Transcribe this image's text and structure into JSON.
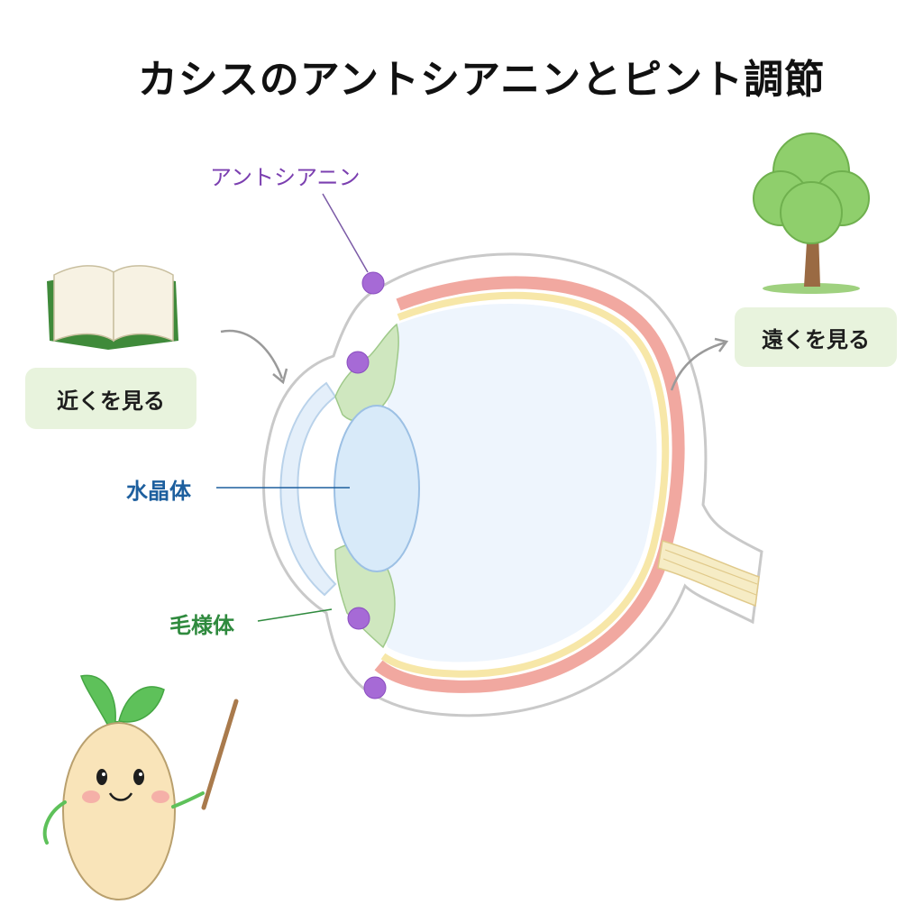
{
  "title": "カシスのアントシアニンとピント調節",
  "labels": {
    "anthocyanin": "アントシアニン",
    "lens": "水晶体",
    "ciliary_body": "毛様体"
  },
  "buttons": {
    "near": "近くを見る",
    "far": "遠くを見る"
  },
  "icons": {
    "book": "open-book-icon",
    "tree": "tree-icon",
    "mascot": "seed-mascot-icon"
  },
  "colors": {
    "anthocyanin": "#a66ad6",
    "lens": "#1d5f9e",
    "ciliary": "#2f8a3e",
    "pill_bg": "#e8f3dd"
  }
}
